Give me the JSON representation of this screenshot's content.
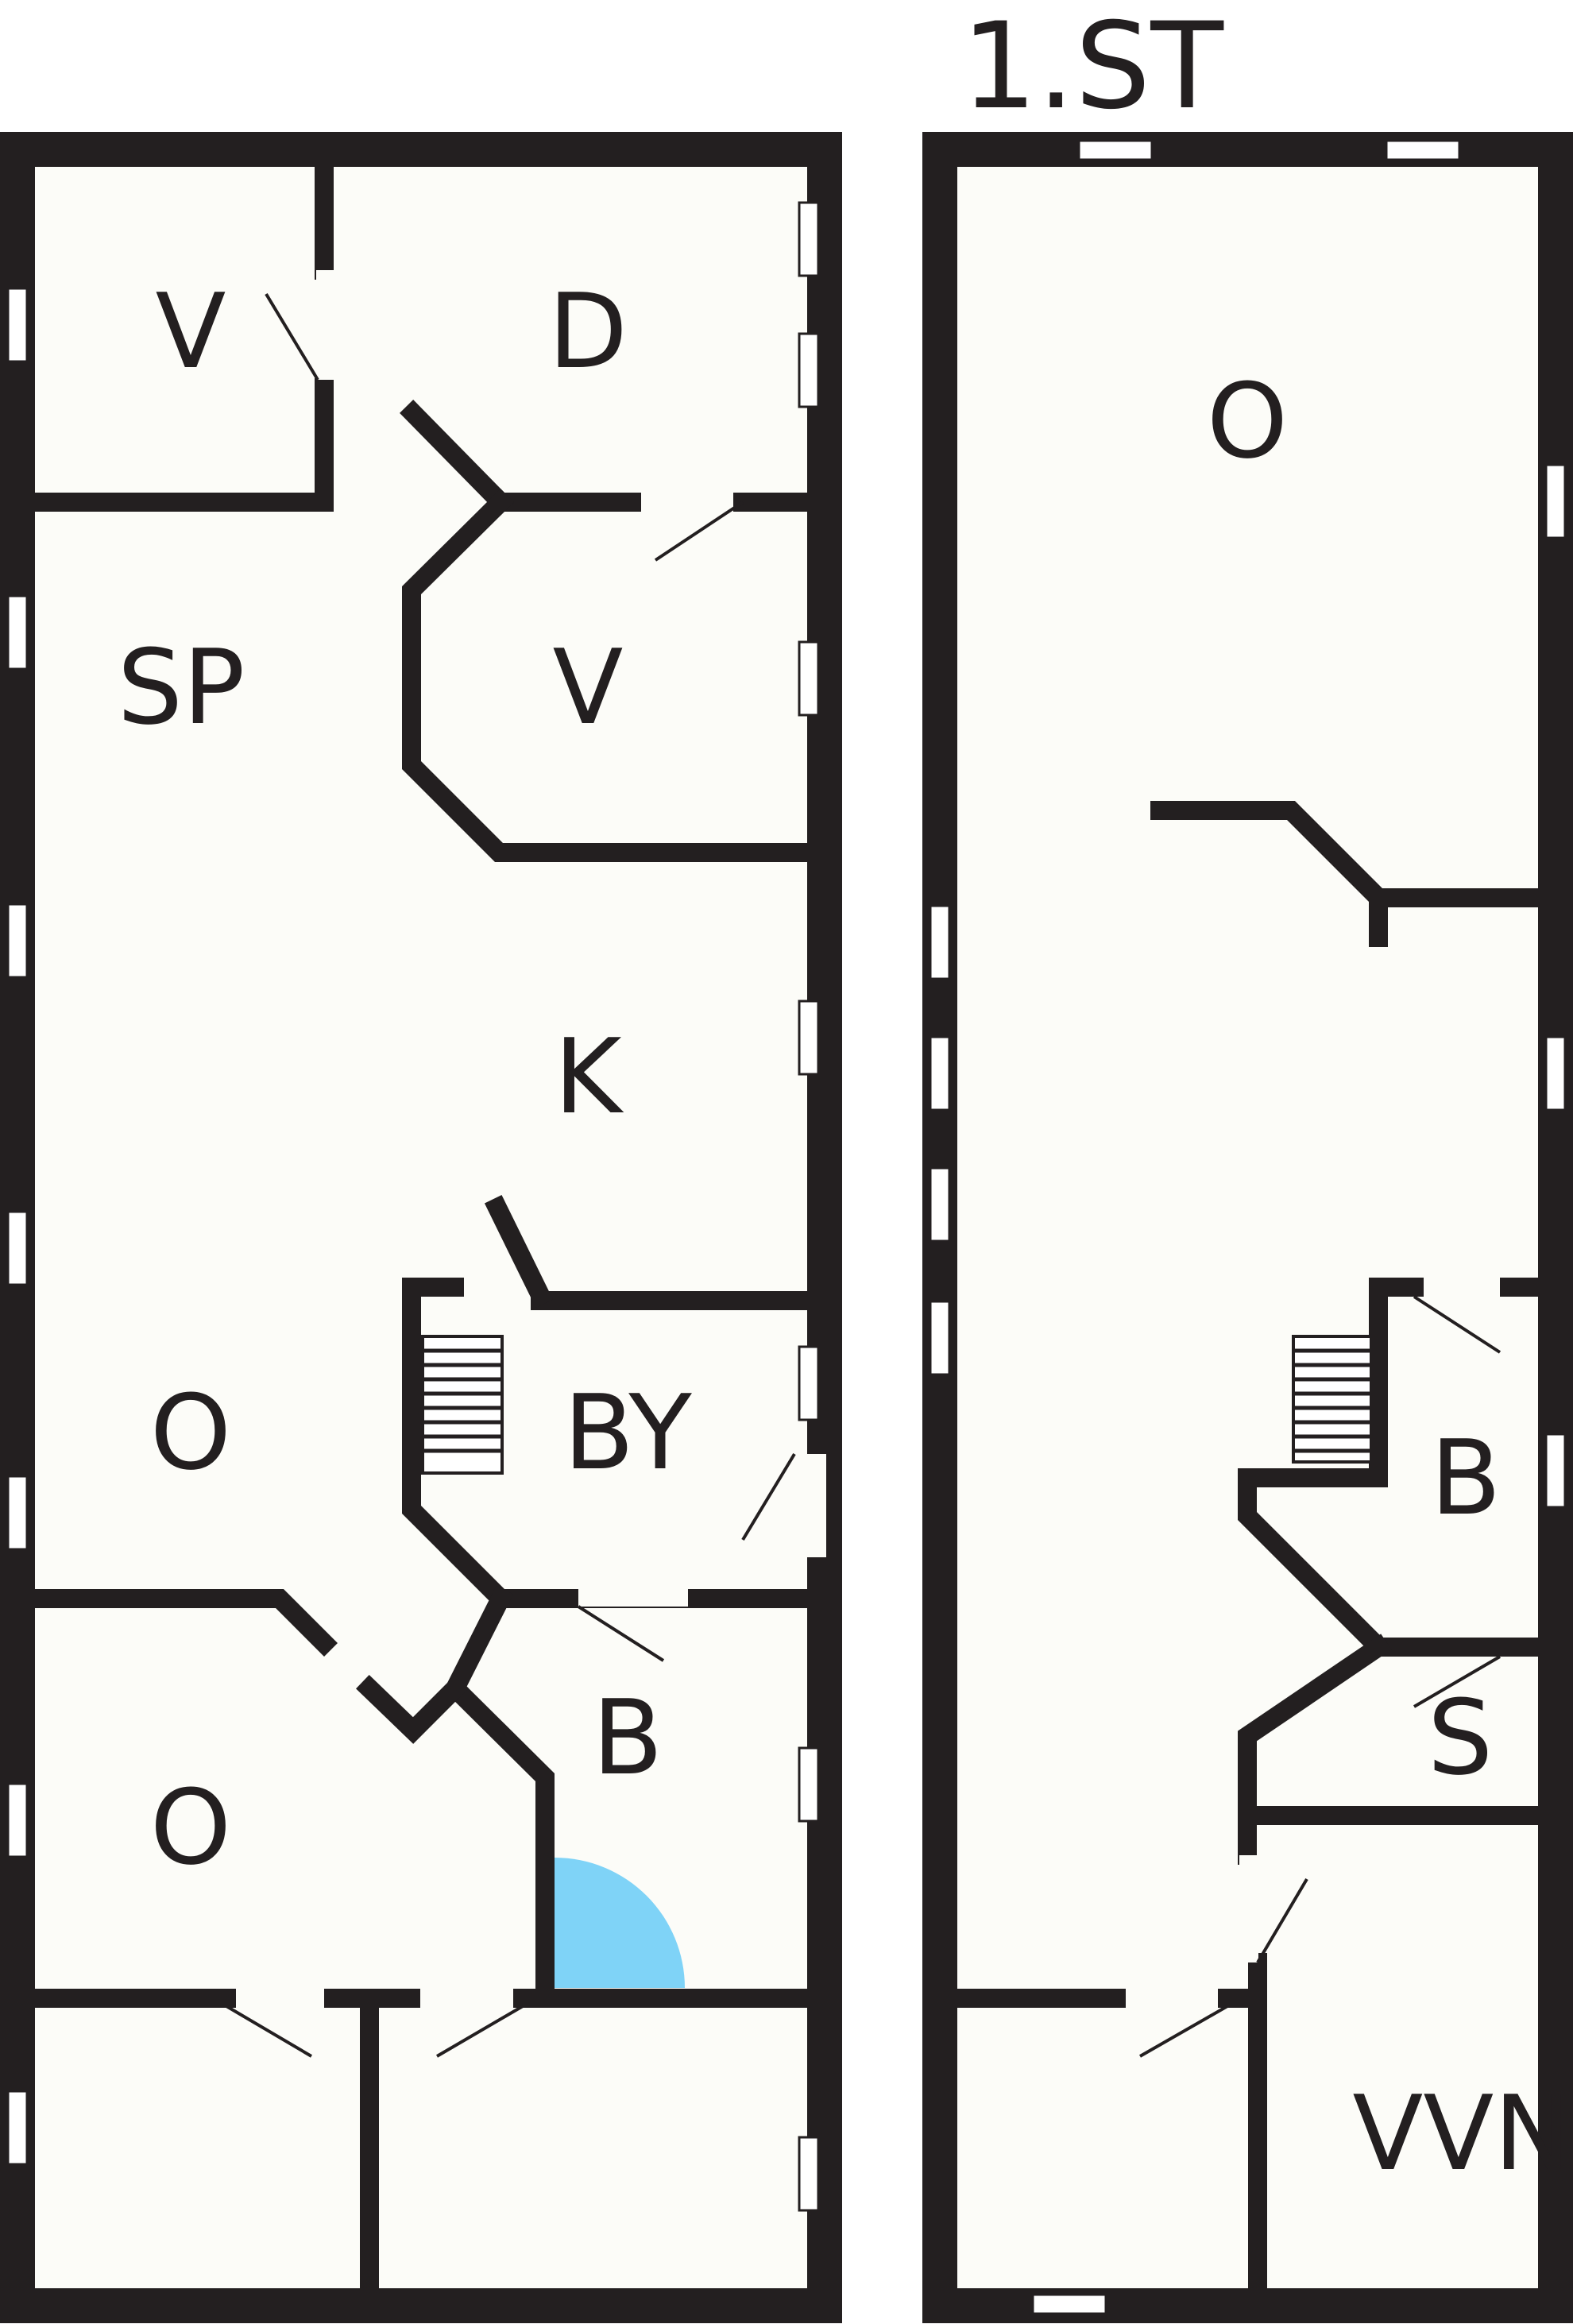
{
  "floor_title": "1.ST",
  "ground_floor": {
    "rooms": [
      {
        "id": "v-top",
        "label": "V"
      },
      {
        "id": "d",
        "label": "D"
      },
      {
        "id": "sp",
        "label": "SP"
      },
      {
        "id": "v-mid",
        "label": "V"
      },
      {
        "id": "k",
        "label": "K"
      },
      {
        "id": "o-mid",
        "label": "O"
      },
      {
        "id": "by",
        "label": "BY"
      },
      {
        "id": "o-bottom",
        "label": "O"
      },
      {
        "id": "b",
        "label": "B"
      }
    ]
  },
  "upper_floor": {
    "rooms": [
      {
        "id": "o-upper",
        "label": "O"
      },
      {
        "id": "b-upper",
        "label": "B"
      },
      {
        "id": "s",
        "label": "S"
      },
      {
        "id": "vvn",
        "label": "VVN"
      }
    ]
  },
  "colors": {
    "wall": "#231f20",
    "floor": "#fcfcf8",
    "shower": "#7fd3f7"
  }
}
